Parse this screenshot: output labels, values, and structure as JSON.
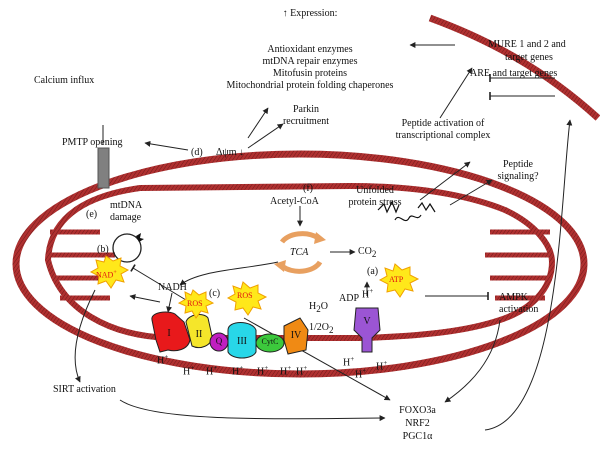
{
  "expression": {
    "header": "↑ Expression:",
    "items": [
      "Antioxidant enzymes",
      "mtDNA repair enzymes",
      "Mitofusin proteins",
      "Mitochondrial protein folding chaperones"
    ]
  },
  "nucleus_genes": [
    "MURE 1 and 2 and",
    "target genes",
    "ARE and target genes"
  ],
  "calcium_influx": "Calcium influx",
  "pmtp_opening": "PMTP opening",
  "label_d": "(d)",
  "delta_psi": "Δψm ↓",
  "parkin": [
    "Parkin",
    "recruitment"
  ],
  "peptide_activation": [
    "Peptide activation of",
    "transcriptional complex"
  ],
  "peptide_signaling": [
    "Peptide",
    "signaling?"
  ],
  "label_e": "(e)",
  "mtdna_damage": [
    "mtDNA",
    "damage"
  ],
  "label_f": "(f)",
  "acetyl_coa": "Acetyl-CoA",
  "unfolded": [
    "Unfolded",
    "protein stress"
  ],
  "tca": "TCA",
  "co2": "CO",
  "co2_sub": "2",
  "label_b": "(b)",
  "nad": "NAD",
  "nad_sup": "+",
  "nadh": "NADH",
  "label_c": "(c)",
  "ros": "ROS",
  "label_a": "(a)",
  "atp": "ATP",
  "adp": "ADP",
  "h2o": "H",
  "h2o_sub": "2",
  "h2o_tail": "O",
  "half_o2": "1/2O",
  "half_o2_sub": "2",
  "proton": "H",
  "proton_sup": "+",
  "complexes": [
    "I",
    "II",
    "Q",
    "III",
    "CytC",
    "IV",
    "V"
  ],
  "ampk": [
    "AMPK",
    "activation"
  ],
  "sirt": "SIRT activation",
  "transcription_factors": [
    "FOXO3a",
    "NRF2",
    "PGC1α"
  ],
  "colors": {
    "membrane": "#b03030",
    "membrane_dark": "#7a1e1e",
    "complex_I": "#e8191b",
    "complex_II": "#f5e62a",
    "coenzyme_Q": "#c01fc0",
    "complex_III": "#28d7e8",
    "cyt_c": "#3cc83c",
    "complex_IV": "#f08a14",
    "complex_V": "#9b55d4",
    "starburst": "#ffe81a",
    "starburst_edge": "#f0a000",
    "starburst_text": "#e01010",
    "tca_arrows": "#e8a060",
    "pore": "#808080"
  }
}
